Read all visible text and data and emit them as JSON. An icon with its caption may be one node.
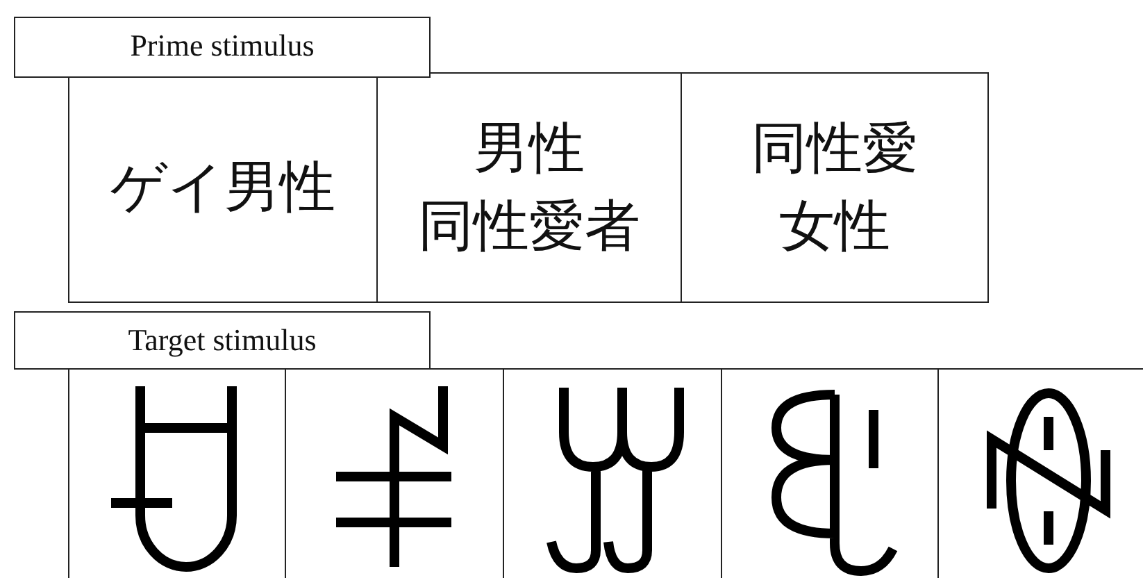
{
  "diagram": {
    "nodes": [
      {
        "text": [
          "Prime stimulus"
        ]
      },
      {
        "text": [
          "ゲイ男性"
        ]
      },
      {
        "text": [
          "男性同性愛者"
        ]
      },
      {
        "text": [
          "同性愛女性"
        ]
      },
      {
        "text": [
          "Target stimulus"
        ]
      },
      {
        "text": [],
        "shape": "box"
      },
      {
        "text": [],
        "shape": "box"
      },
      {
        "text": [],
        "shape": "box"
      },
      {
        "text": [],
        "shape": "box"
      },
      {
        "text": [],
        "shape": "box"
      }
    ]
  }
}
